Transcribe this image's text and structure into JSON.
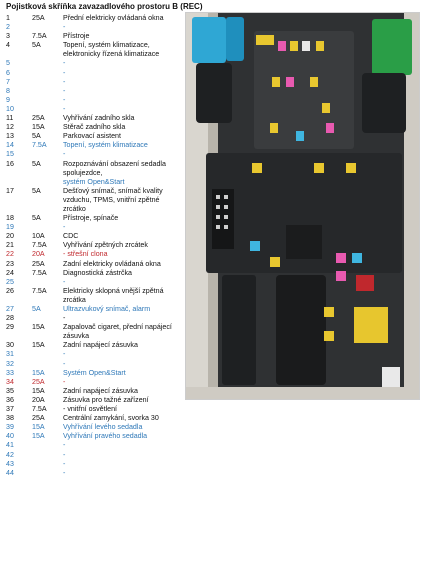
{
  "title": "Pojistková skříňka zavazadlového prostoru B (REC)",
  "fuses": [
    {
      "num": "1",
      "amp": "25A",
      "desc": "Přední elektricky ovládaná okna",
      "color": "black"
    },
    {
      "num": "2",
      "amp": "",
      "desc": "-",
      "color": "blue"
    },
    {
      "num": "3",
      "amp": "7.5A",
      "desc": "Přístroje",
      "color": "black"
    },
    {
      "num": "4",
      "amp": "5A",
      "desc": "Topení, systém klimatizace, elektronicky řízená klimatizace",
      "color": "black"
    },
    {
      "num": "5",
      "amp": "",
      "desc": "-",
      "color": "blue"
    },
    {
      "num": "6",
      "amp": "",
      "desc": "-",
      "color": "blue"
    },
    {
      "num": "7",
      "amp": "",
      "desc": "-",
      "color": "blue"
    },
    {
      "num": "8",
      "amp": "",
      "desc": "-",
      "color": "blue"
    },
    {
      "num": "9",
      "amp": "",
      "desc": "-",
      "color": "blue"
    },
    {
      "num": "10",
      "amp": "",
      "desc": "-",
      "color": "blue"
    },
    {
      "num": "11",
      "amp": "25A",
      "desc": "Vyhřívání zadního skla",
      "color": "black"
    },
    {
      "num": "12",
      "amp": "15A",
      "desc": "Stěrač zadního skla",
      "color": "black"
    },
    {
      "num": "13",
      "amp": "5A",
      "desc": "Parkovací asistent",
      "color": "black"
    },
    {
      "num": "14",
      "amp": "7.5A",
      "desc": "Topení, systém klimatizace",
      "color": "blue"
    },
    {
      "num": "15",
      "amp": "",
      "desc": "-",
      "color": "blue"
    },
    {
      "num": "16",
      "amp": "5A",
      "desc": "Rozpoznávání obsazení sedadla spolujezdce,",
      "desc2": "systém Open&Start",
      "color": "black"
    },
    {
      "num": "17",
      "amp": "5A",
      "desc": "Dešťový snímač, snímač kvality vzduchu, TPMS, vnitřní zpětné zrcátko",
      "color": "black"
    },
    {
      "num": "18",
      "amp": "5A",
      "desc": "Přístroje, spínače",
      "color": "black"
    },
    {
      "num": "19",
      "amp": "",
      "desc": "-",
      "color": "blue"
    },
    {
      "num": "20",
      "amp": "10A",
      "desc": "CDC",
      "color": "black"
    },
    {
      "num": "21",
      "amp": "7.5A",
      "desc": "Vyhřívání zpětných zrcátek",
      "color": "black"
    },
    {
      "num": "22",
      "amp": "20A",
      "desc": "- střešní clona",
      "color": "red"
    },
    {
      "num": "23",
      "amp": "25A",
      "desc": "Zadní elektricky ovládaná okna",
      "color": "black"
    },
    {
      "num": "24",
      "amp": "7.5A",
      "desc": "Diagnostická zástrčka",
      "color": "black"
    },
    {
      "num": "25",
      "amp": "",
      "desc": "-",
      "color": "blue"
    },
    {
      "num": "26",
      "amp": "7.5A",
      "desc": "Elektricky sklopná vnější zpětná zrcátka",
      "color": "black"
    },
    {
      "num": "27",
      "amp": "5A",
      "desc": "Ultrazvukový snímač, alarm",
      "color": "blue"
    },
    {
      "num": "28",
      "amp": "",
      "desc": "-",
      "color": "black"
    },
    {
      "num": "29",
      "amp": "15A",
      "desc": "Zapalovač cigaret, přední napájecí zásuvka",
      "color": "black"
    },
    {
      "num": "30",
      "amp": "15A",
      "desc": "Zadní napájecí zásuvka",
      "color": "black"
    },
    {
      "num": "31",
      "amp": "",
      "desc": "-",
      "color": "blue"
    },
    {
      "num": "32",
      "amp": "",
      "desc": "-",
      "color": "blue"
    },
    {
      "num": "33",
      "amp": "15A",
      "desc": "Systém Open&Start",
      "color": "blue"
    },
    {
      "num": "34",
      "amp": "25A",
      "desc": "-",
      "color": "red"
    },
    {
      "num": "35",
      "amp": "15A",
      "desc": "Zadní napájecí zásuvka",
      "color": "black"
    },
    {
      "num": "36",
      "amp": "20A",
      "desc": "Zásuvka pro tažné zařízení",
      "color": "black"
    },
    {
      "num": "37",
      "amp": "7.5A",
      "desc": "- vnitřní osvětlení",
      "color": "black"
    },
    {
      "num": "38",
      "amp": "25A",
      "desc": "Centrální zamykání, svorka 30",
      "color": "black"
    },
    {
      "num": "39",
      "amp": "15A",
      "desc": "Vyhřívání levého sedadla",
      "color": "blue"
    },
    {
      "num": "40",
      "amp": "15A",
      "desc": "Vyhřívání pravého sedadla",
      "color": "blue"
    },
    {
      "num": "41",
      "amp": "",
      "desc": "-",
      "color": "blue"
    },
    {
      "num": "42",
      "amp": "",
      "desc": "-",
      "color": "blue"
    },
    {
      "num": "43",
      "amp": "",
      "desc": "-",
      "color": "blue"
    },
    {
      "num": "44",
      "amp": "",
      "desc": "-",
      "color": "blue"
    }
  ],
  "colors": {
    "blue": "#2e78b8",
    "red": "#c0282d",
    "black": "#111111"
  }
}
